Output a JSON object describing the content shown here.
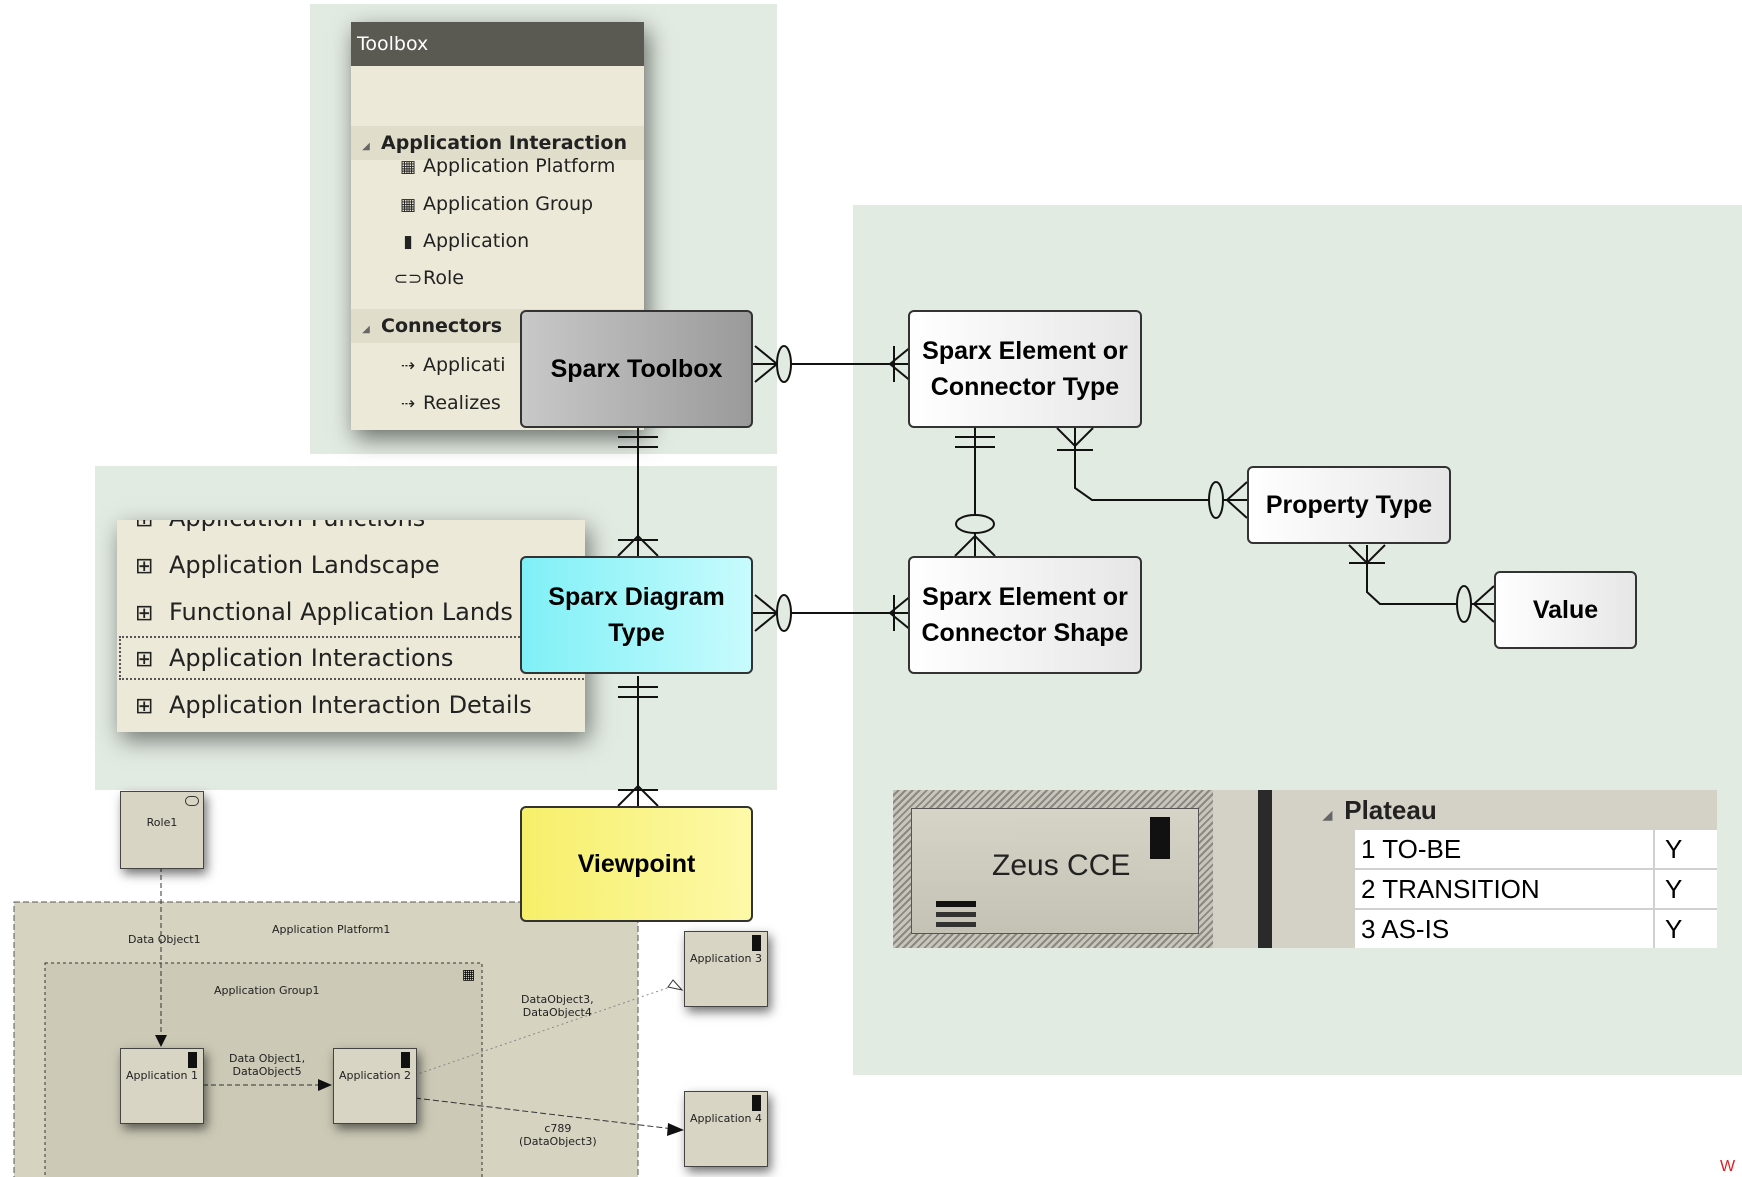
{
  "toolbox": {
    "title": "Toolbox",
    "groups": [
      {
        "label": "Application Interaction",
        "items": [
          {
            "label": "Application Platform",
            "icon": "application-platform-icon"
          },
          {
            "label": "Application Group",
            "icon": "application-group-icon"
          },
          {
            "label": "Application",
            "icon": "application-icon"
          },
          {
            "label": "Role",
            "icon": "role-icon"
          }
        ]
      },
      {
        "label": "Connectors",
        "items": [
          {
            "label": "Applicati",
            "icon": "connector-arrow-icon"
          },
          {
            "label": "Realizes",
            "icon": "realizes-arrow-icon"
          }
        ]
      }
    ]
  },
  "diagram_list": {
    "items": [
      "Application Functions",
      "Application Landscape",
      "Functional Application Lands",
      "Application Interactions",
      "Application Interaction Details"
    ],
    "selected": "Application Interactions"
  },
  "er": {
    "toolbox": "Sparx Toolbox",
    "diagram_type": "Sparx Diagram Type",
    "viewpoint": "Viewpoint",
    "element_type": "Sparx Element or Connector Type",
    "element_shape": "Sparx Element or Connector Shape",
    "property_type": "Property Type",
    "value": "Value",
    "colors": {
      "toolbox": "#a6a6a6",
      "diagram_type": "#99f3f8",
      "viewpoint": "#fbf57a",
      "panel": "#e2ebe2"
    }
  },
  "app_diagram": {
    "role": "Role1",
    "platform": "Application Platform1",
    "group": "Application Group1",
    "app1": "Application 1",
    "app2": "Application 2",
    "app3": "Application 3",
    "app4": "Application 4",
    "flow_role": "Data Object1",
    "flow_12a": "Data Object1,",
    "flow_12b": "DataObject5",
    "flow_23a": "DataObject3,",
    "flow_23b": "DataObject4",
    "flow_24a": "c789",
    "flow_24b": "(DataObject3)"
  },
  "zeus": {
    "element": "Zeus CCE",
    "section": "Plateau",
    "rows": [
      {
        "name": "1 TO-BE",
        "value": "Y"
      },
      {
        "name": "2 TRANSITION",
        "value": "Y"
      },
      {
        "name": "3 AS-IS",
        "value": "Y"
      }
    ]
  },
  "watermark": "W"
}
